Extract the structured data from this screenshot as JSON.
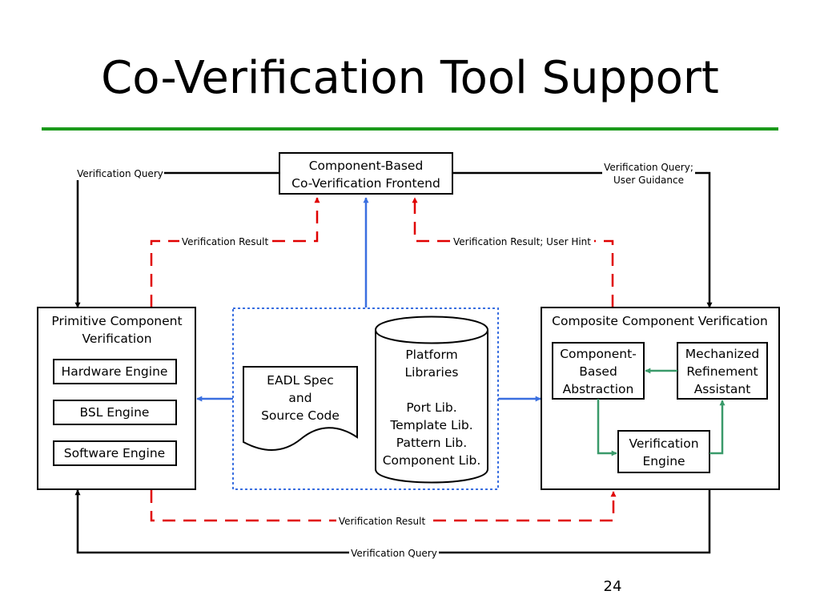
{
  "slide": {
    "title": "Co-Verification Tool Support",
    "page_number": "24"
  },
  "diagram": {
    "frontend": {
      "line1": "Component-Based",
      "line2": "Co-Verification Frontend"
    },
    "primitive": {
      "title_line1": "Primitive Component",
      "title_line2": "Verification",
      "engines": [
        "Hardware Engine",
        "BSL Engine",
        "Software Engine"
      ]
    },
    "composite": {
      "title": "Composite Component Verification",
      "abstraction": [
        "Component-",
        "Based",
        "Abstraction"
      ],
      "refinement": [
        "Mechanized",
        "Refinement",
        "Assistant"
      ],
      "engine": [
        "Verification",
        "Engine"
      ]
    },
    "eadl": [
      "EADL Spec",
      "and",
      "Source Code"
    ],
    "platform": {
      "title": [
        "Platform",
        "Libraries"
      ],
      "libs": [
        "Port Lib.",
        "Template Lib.",
        "Pattern Lib.",
        "Component Lib."
      ]
    },
    "labels": {
      "query_left": "Verification Query",
      "query_right_1": "Verification Query;",
      "query_right_2": "User Guidance",
      "result_left": "Verification Result",
      "result_right": "Verification Result; User Hint",
      "result_bottom": "Verification Result",
      "query_bottom": "Verification Query"
    }
  },
  "colors": {
    "black_flow": "#000000",
    "red_flow": "#e00000",
    "blue_flow": "#3a6fe0",
    "green_flow": "#3a9a6a",
    "title_rule": "#1a9a1a"
  }
}
